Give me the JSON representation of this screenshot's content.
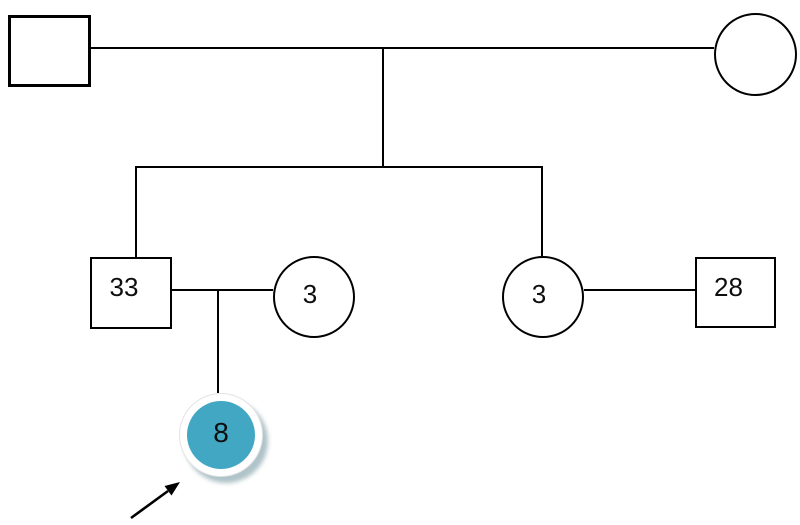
{
  "diagram": {
    "kind": "pedigree-family-tree-chart",
    "colors": {
      "background": "#ffffff",
      "line": "#000000",
      "node_border": "#000000",
      "node_fill": "#ffffff",
      "proband_fill": "#42a7c3",
      "proband_ring": "#ffffff",
      "proband_shadow": "#6e919b",
      "arrow": "#000000"
    },
    "nodes": {
      "gen1_male": {
        "shape": "square",
        "label": ""
      },
      "gen1_female": {
        "shape": "circle",
        "label": ""
      },
      "gen2_left_male": {
        "shape": "square",
        "label": "33"
      },
      "gen2_left_female": {
        "shape": "circle",
        "label": "3"
      },
      "gen2_right_female": {
        "shape": "circle",
        "label": "3"
      },
      "gen2_right_male": {
        "shape": "square",
        "label": "28"
      },
      "gen3_proband": {
        "shape": "circle",
        "label": "8",
        "filled": true,
        "highlighted": true,
        "pointed_by_arrow": true
      }
    },
    "relationships": {
      "couples": [
        [
          "gen1_male",
          "gen1_female"
        ],
        [
          "gen2_left_male",
          "gen2_left_female"
        ],
        [
          "gen2_right_female",
          "gen2_right_male"
        ]
      ],
      "children_of_gen1": [
        "gen2_left_male",
        "gen2_right_female"
      ],
      "children_of_gen2_left": [
        "gen3_proband"
      ]
    }
  }
}
